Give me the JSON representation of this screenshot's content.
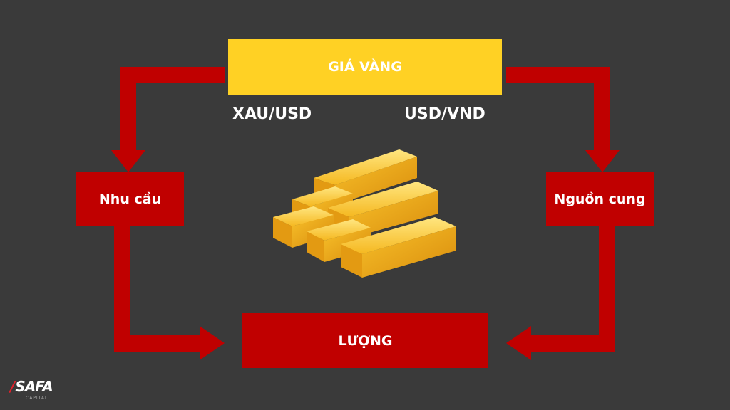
{
  "title_box": "GIÁ VÀNG",
  "left_label": "XAU/USD",
  "right_label": "USD/VND",
  "demand_box": "Nhu cầu",
  "supply_box": "Nguồn cung",
  "quantity_box": "LƯỢNG",
  "logo": {
    "text": "SAFA",
    "sub": "CAPITAL"
  },
  "colors": {
    "background": "#3a3a3a",
    "red": "#c00000",
    "yellow": "#ffd124",
    "gold": "#f2b01e"
  }
}
